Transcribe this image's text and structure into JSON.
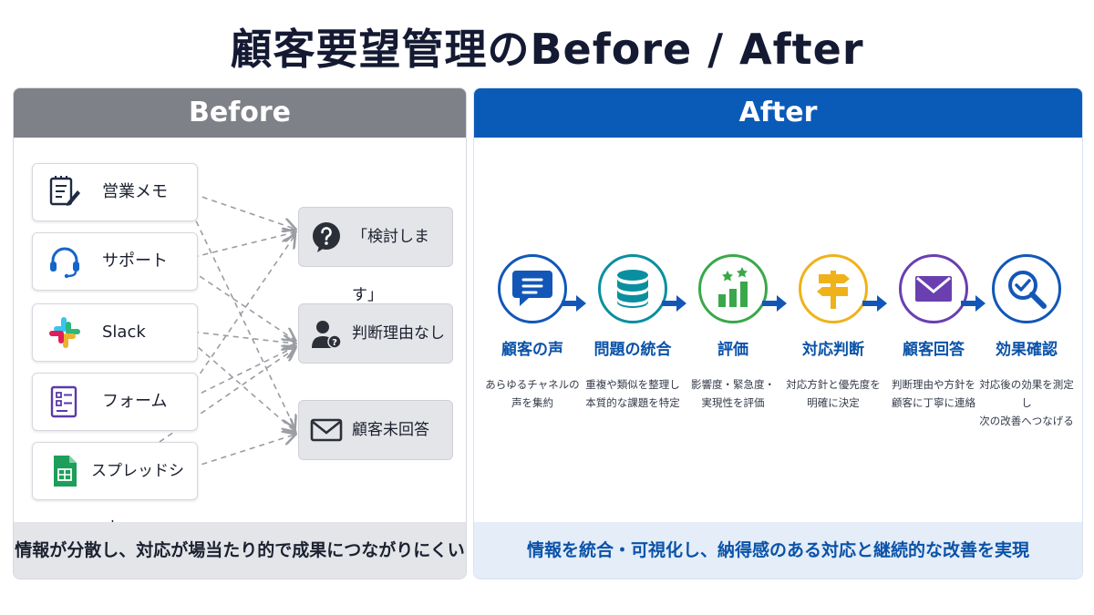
{
  "title": "顧客要望管理のBefore / After",
  "before": {
    "heading": "Before",
    "sources": [
      {
        "label": "営業メモ",
        "icon": "note-pencil-icon"
      },
      {
        "label": "サポート",
        "icon": "headset-icon"
      },
      {
        "label": "Slack",
        "icon": "slack-logo-icon"
      },
      {
        "label": "フォーム",
        "icon": "form-checklist-icon"
      },
      {
        "label": "スプレッドシート",
        "icon": "spreadsheet-icon"
      }
    ],
    "results": [
      {
        "label": "「検討します」",
        "icon": "question-bubble-icon"
      },
      {
        "label": "判断理由なし",
        "icon": "person-question-icon"
      },
      {
        "label": "顧客未回答",
        "icon": "envelope-icon"
      }
    ],
    "footer": "情報が分散し、対応が場当たり的で成果につながりにくい"
  },
  "after": {
    "heading": "After",
    "steps": [
      {
        "name": "顧客の声",
        "desc1": "あらゆるチャネルの",
        "desc2": "声を集約",
        "icon": "chat-bubble-icon",
        "color": "#1257b8"
      },
      {
        "name": "問題の統合",
        "desc1": "重複や類似を整理し",
        "desc2": "本質的な課題を特定",
        "icon": "database-icon",
        "color": "#0a8fa0"
      },
      {
        "name": "評価",
        "desc1": "影響度・緊急度・",
        "desc2": "実現性を評価",
        "icon": "bar-chart-stars-icon",
        "color": "#3aa84a"
      },
      {
        "name": "対応判断",
        "desc1": "対応方針と優先度を",
        "desc2": "明確に決定",
        "icon": "signpost-icon",
        "color": "#f0b21a"
      },
      {
        "name": "顧客回答",
        "desc1": "判断理由や方針を",
        "desc2": "顧客に丁寧に連絡",
        "icon": "envelope-icon",
        "color": "#6a3fb0"
      },
      {
        "name": "効果確認",
        "desc1": "対応後の効果を測定し",
        "desc2": "次の改善へつなげる",
        "icon": "magnifier-check-icon",
        "color": "#1257b8"
      }
    ],
    "footer": "情報を統合・可視化し、納得感のある対応と継続的な改善を実現"
  },
  "colors": {
    "before_header": "#7e8187",
    "after_header": "#0a5bb8",
    "after_text": "#0a52a8"
  }
}
